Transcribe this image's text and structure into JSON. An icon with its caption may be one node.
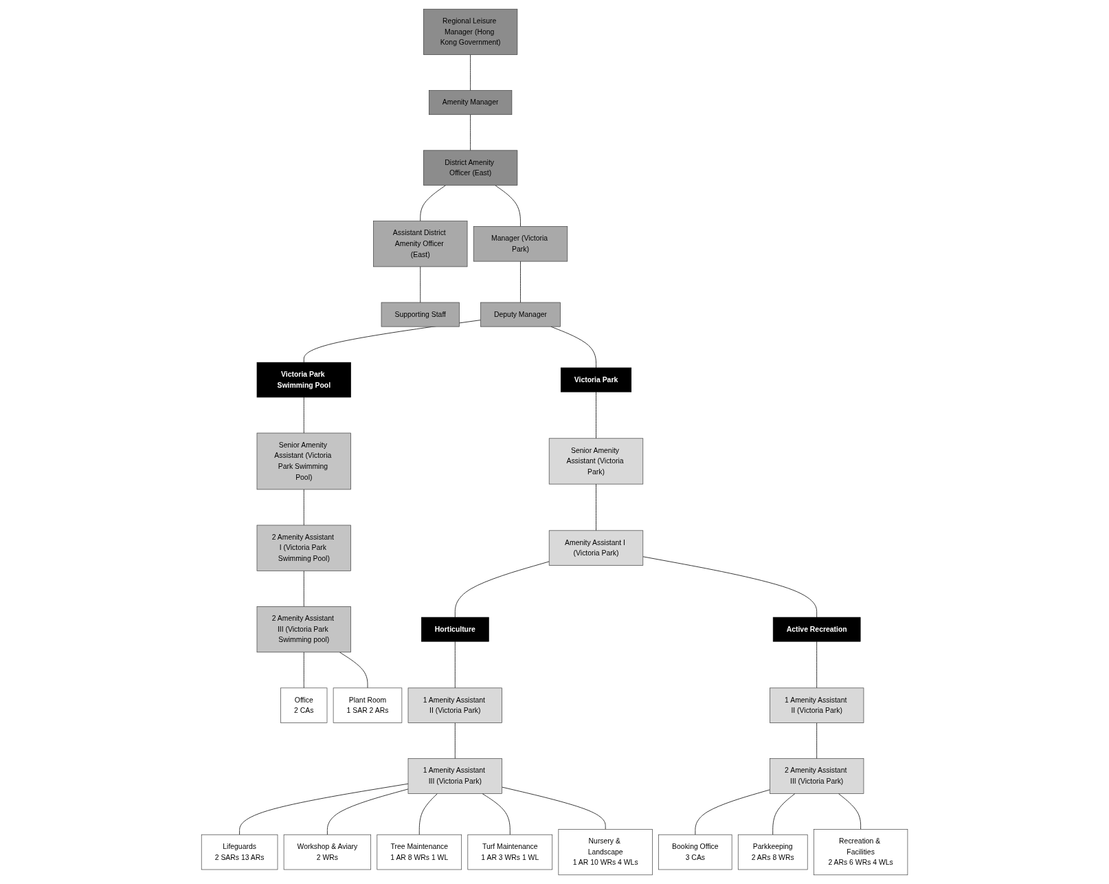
{
  "diagram": {
    "nodes": [
      {
        "text": [
          "Regional Leisure Manager (Hong Kong Government)"
        ]
      },
      {
        "text": [
          "Amenity Manager"
        ]
      },
      {
        "text": [
          "District Amenity Officer (East)"
        ]
      },
      {
        "text": [
          "Assistant District Amenity Officer (East)"
        ]
      },
      {
        "text": [
          "Supporting Staff"
        ]
      },
      {
        "text": [
          "Manager (Victoria Park)"
        ]
      },
      {
        "text": [
          "Deputy Manager"
        ]
      },
      {
        "text": [
          "Victoria Park Swimming Pool"
        ]
      },
      {
        "text": [
          "Senior Amenity Assistant (Victoria Park Swimming Pool)"
        ]
      },
      {
        "text": [
          "2 Amenity Assistant I (Victoria Park Swimming Pool)"
        ]
      },
      {
        "text": [
          "2 Amenity Assistant III (Victoria Park Swimming pool)"
        ]
      },
      {
        "text": [
          "Office",
          "2 CAs"
        ]
      },
      {
        "text": [
          "Plant Room",
          "1 SAR 2 ARs"
        ]
      },
      {
        "text": [
          "Lifeguards",
          "2 SARs 13 ARs"
        ]
      },
      {
        "text": [
          "Workshop & Aviary",
          "2 WRs"
        ]
      },
      {
        "text": [
          "Tree Maintenance",
          "1 AR 8 WRs 1 WL"
        ]
      },
      {
        "text": [
          "Turf Maintenance",
          "1 AR 3 WRs 1 WL"
        ]
      },
      {
        "text": [
          "Nursery & Landscape",
          "1 AR 10 WRs 4 WLs"
        ]
      },
      {
        "text": [
          "Victoria Park"
        ]
      },
      {
        "text": [
          "Senior Amenity Assistant (Victoria Park)"
        ]
      },
      {
        "text": [
          "Amenity Assistant I (Victoria Park)"
        ]
      },
      {
        "text": [
          "Horticulture"
        ]
      },
      {
        "text": [
          "1 Amenity Assistant II (Victoria Park)"
        ]
      },
      {
        "text": [
          "1 Amenity Assistant III (Victoria Park)"
        ]
      },
      {
        "text": [
          "Active Recreation"
        ]
      },
      {
        "text": [
          "1 Amenity Assistant II (Victoria Park)"
        ]
      },
      {
        "text": [
          "2 Amenity Assistant III (Victoria Park)"
        ]
      },
      {
        "text": [
          "Booking Office",
          "3 CAs"
        ]
      },
      {
        "text": [
          "Parkkeeping",
          "2 ARs 8 WRs"
        ]
      },
      {
        "text": [
          "Recreation & Facilities",
          "2 ARs 6 WRs 4 WLs"
        ]
      }
    ],
    "edges": [
      {
        "from": 0,
        "to": 1,
        "arrow": "none"
      },
      {
        "from": 1,
        "to": 2,
        "arrow": "none"
      },
      {
        "from": 2,
        "to": 3,
        "arrow": "none"
      },
      {
        "from": 3,
        "to": 4,
        "arrow": "none"
      },
      {
        "from": 2,
        "to": 5,
        "arrow": "none"
      },
      {
        "from": 5,
        "to": 6,
        "arrow": "none"
      },
      {
        "from": 6,
        "to": 7,
        "arrow": "none"
      },
      {
        "from": 7,
        "to": 8,
        "arrow": "none"
      },
      {
        "from": 8,
        "to": 9,
        "arrow": "none"
      },
      {
        "from": 9,
        "to": 10,
        "arrow": "none"
      },
      {
        "from": 10,
        "to": 11,
        "arrow": "none"
      },
      {
        "from": 10,
        "to": 12,
        "arrow": "none"
      },
      {
        "from": 6,
        "to": 18,
        "arrow": "none"
      },
      {
        "from": 18,
        "to": 19,
        "arrow": "none"
      },
      {
        "from": 19,
        "to": 20,
        "arrow": "none"
      },
      {
        "from": 20,
        "to": 21,
        "arrow": "none"
      },
      {
        "from": 21,
        "to": 22,
        "arrow": "none"
      },
      {
        "from": 22,
        "to": 23,
        "arrow": "none"
      },
      {
        "from": 23,
        "to": 13,
        "arrow": "none"
      },
      {
        "from": 23,
        "to": 14,
        "arrow": "none"
      },
      {
        "from": 23,
        "to": 15,
        "arrow": "none"
      },
      {
        "from": 23,
        "to": 16,
        "arrow": "none"
      },
      {
        "from": 23,
        "to": 17,
        "arrow": "none"
      },
      {
        "from": 20,
        "to": 24,
        "arrow": "none"
      },
      {
        "from": 24,
        "to": 25,
        "arrow": "none"
      },
      {
        "from": 25,
        "to": 26,
        "arrow": "none"
      },
      {
        "from": 26,
        "to": 27,
        "arrow": "none"
      },
      {
        "from": 26,
        "to": 28,
        "arrow": "none"
      },
      {
        "from": 26,
        "to": 29,
        "arrow": "none"
      }
    ]
  }
}
